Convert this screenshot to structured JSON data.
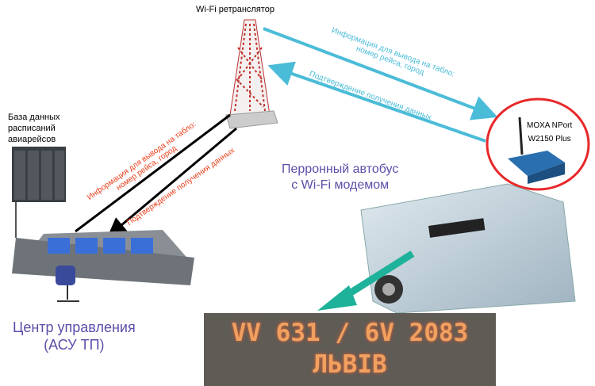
{
  "repeater": {
    "title": "Wi-Fi ретранслятор"
  },
  "database": {
    "title": "База данных расписаний авиарейсов"
  },
  "control_center": {
    "line1": "Центр управления",
    "line2": "(АСУ ТП)"
  },
  "bus": {
    "line1": "Перронный автобус",
    "line2": "с Wi-Fi модемом"
  },
  "moxa": {
    "line1": "MOXA NPort",
    "line2": "W2150 Plus"
  },
  "links": {
    "repeater_to_bus_info": {
      "line1": "Информация для вывода на табло:",
      "line2": "номер рейса, город"
    },
    "bus_to_repeater_ack": "Подтверждение получения данных",
    "center_to_repeater_info": {
      "line1": "Информация для вывода на табло:",
      "line2": "номер рейса, город"
    },
    "repeater_to_center_ack": "Подтверждение получения данных"
  },
  "led_display": {
    "line1": "VV 631 / 6V 2083",
    "line2": "ЛЬВІВ"
  },
  "colors": {
    "wifi_link": "#4bbcd8",
    "wired_link": "#000000",
    "label_red": "#e8401c",
    "heading_purple": "#5a4fa8",
    "moxa_circle": "#e8282a",
    "led": "#f0a060"
  }
}
